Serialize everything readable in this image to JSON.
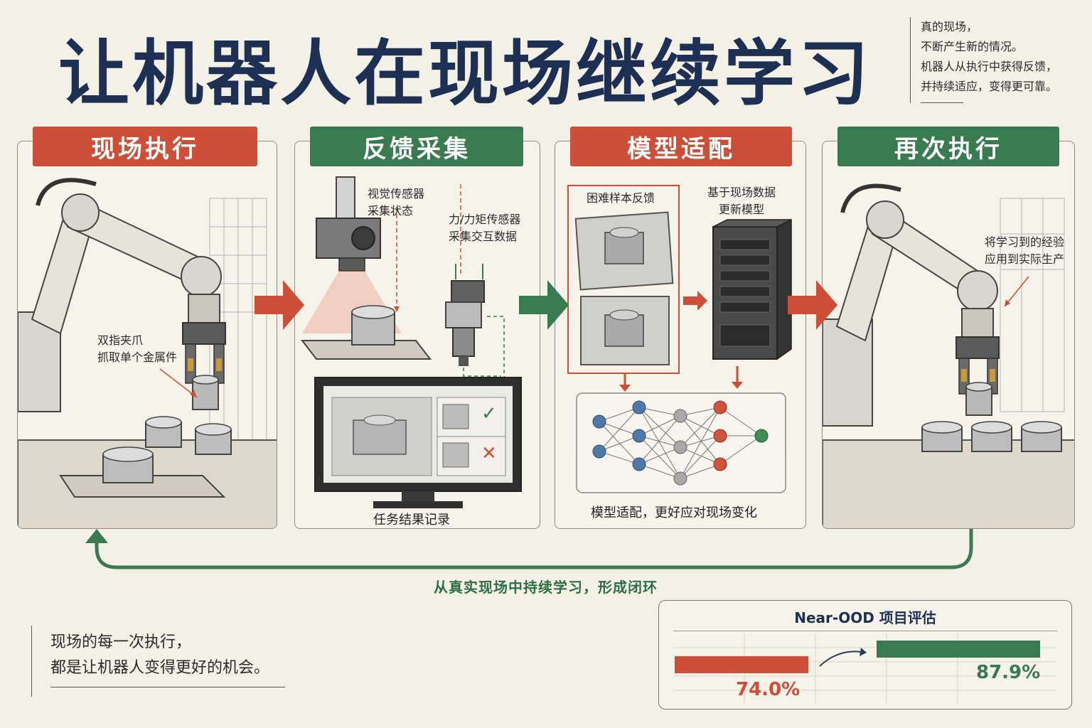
{
  "title": "让机器人在现场继续学习",
  "top_note": {
    "lines": [
      "真的现场，",
      "不断产生新的情况。",
      "机器人从执行中获得反馈，",
      "并持续适应，变得更可靠。"
    ]
  },
  "colors": {
    "red": "#cd4f37",
    "green": "#3a7a50",
    "navy": "#1d2f52"
  },
  "steps": [
    {
      "title": "现场执行",
      "labels": [
        {
          "lines": [
            "双指夹爪",
            "抓取单个金属件"
          ]
        }
      ]
    },
    {
      "title": "反馈采集",
      "labels": [
        {
          "lines": [
            "视觉传感器",
            "采集状态"
          ]
        },
        {
          "lines": [
            "力/力矩传感器",
            "采集交互数据"
          ]
        }
      ],
      "caption": "任务结果记录"
    },
    {
      "title": "模型适配",
      "labels": [
        {
          "lines": [
            "困难样本反馈"
          ]
        },
        {
          "lines": [
            "基于现场数据",
            "更新模型"
          ]
        }
      ],
      "caption": "模型适配，更好应对现场变化"
    },
    {
      "title": "再次执行",
      "labels": [
        {
          "lines": [
            "将学习到的经验",
            "应用到实际生产"
          ]
        }
      ]
    }
  ],
  "loop_text": "从真实现场中持续学习，形成闭环",
  "bottom_note": {
    "lines": [
      "现场的每一次执行，",
      "都是让机器人变得更好的机会。"
    ]
  },
  "chart_data": {
    "type": "bar",
    "title": "Near-OOD 项目评估",
    "categories": [
      "",
      ""
    ],
    "values": [
      74.0,
      87.9
    ],
    "value_labels": [
      "74.0%",
      "87.9%"
    ],
    "colors": [
      "#cd4f37",
      "#3a7a50"
    ],
    "ylim": [
      0,
      100
    ]
  }
}
